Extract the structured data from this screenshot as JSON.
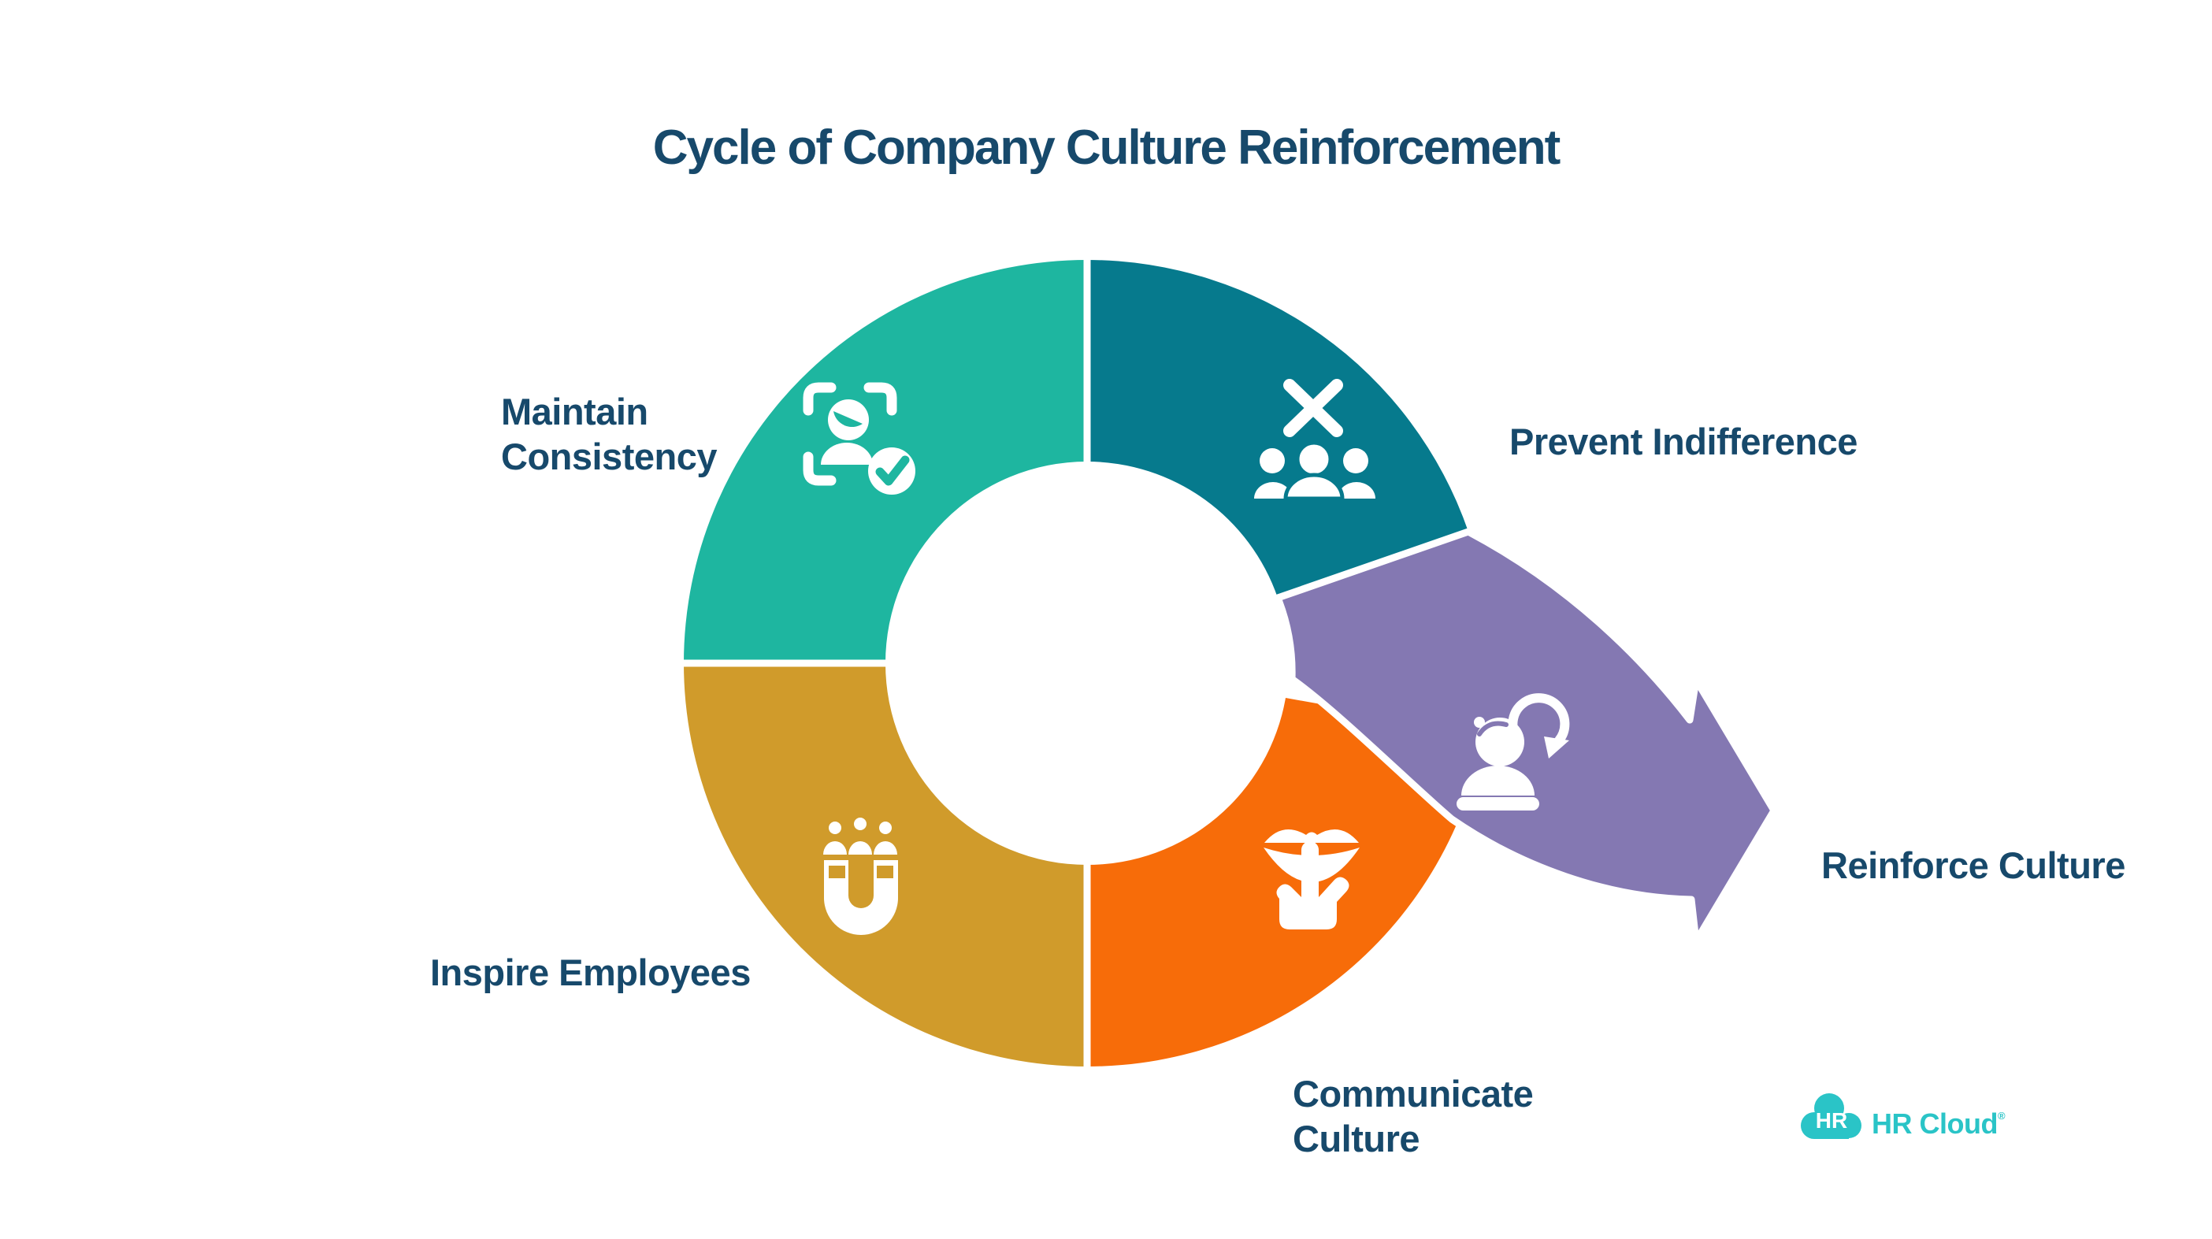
{
  "title": "Cycle of Company Culture Reinforcement",
  "colors": {
    "teal": "#1EB6A0",
    "dark_teal": "#067A8D",
    "gold": "#D09B2B",
    "orange": "#F76C09",
    "purple": "#8478B2",
    "navy": "#17496B",
    "logo_teal": "#2AC4C7",
    "white": "#FFFFFF"
  },
  "segments": [
    {
      "name": "maintain-consistency",
      "lines": [
        "Maintain",
        "Consistency"
      ],
      "color_key": "teal",
      "icon": "person-scan-check-icon",
      "position": "top-left"
    },
    {
      "name": "prevent-indifference",
      "lines": [
        "Prevent Indifference"
      ],
      "color_key": "dark_teal",
      "icon": "reject-group-icon",
      "position": "top-right"
    },
    {
      "name": "inspire-employees",
      "lines": [
        "Inspire Employees"
      ],
      "color_key": "gold",
      "icon": "magnet-attract-people-icon",
      "position": "bottom-left"
    },
    {
      "name": "communicate-culture",
      "lines": [
        "Communicate",
        "Culture"
      ],
      "color_key": "orange",
      "icon": "mouth-gesture-icon",
      "position": "bottom-right"
    },
    {
      "name": "reinforce-culture",
      "lines": [
        "Reinforce Culture"
      ],
      "color_key": "purple",
      "icon": "person-renew-icon",
      "position": "arrow-right"
    }
  ],
  "logo": {
    "badge": "HR",
    "name": "HR Cloud",
    "registered_mark": "®"
  }
}
